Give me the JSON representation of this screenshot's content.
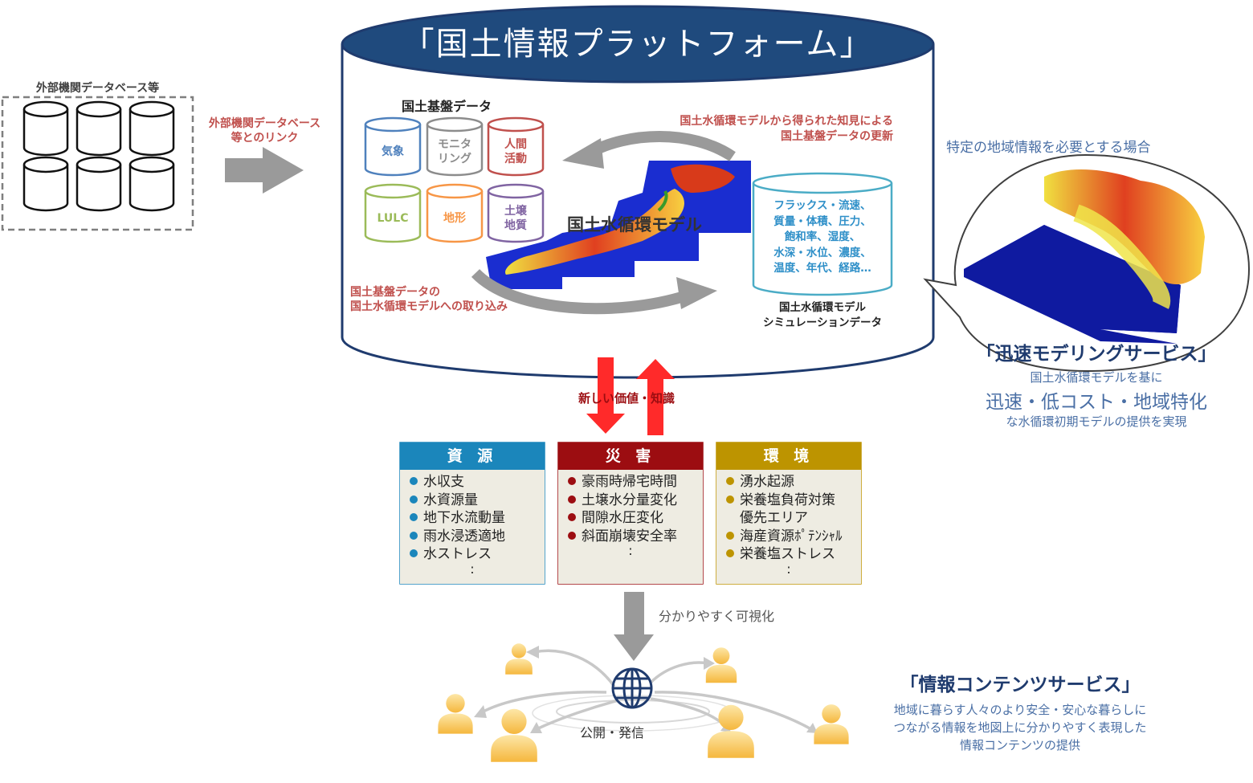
{
  "platform": {
    "title": "「国土情報プラットフォーム」"
  },
  "external": {
    "title": "外部機関データベース等",
    "link_label_1": "外部機関データベース",
    "link_label_2": "等とのリンク"
  },
  "base_data": {
    "title": "国土基盤データ",
    "items": [
      {
        "label_1": "気象",
        "label_2": "",
        "color": "#4f81bd"
      },
      {
        "label_1": "モニタ",
        "label_2": "リング",
        "color": "#8c8c8c"
      },
      {
        "label_1": "人間",
        "label_2": "活動",
        "color": "#c0504d"
      },
      {
        "label_1": "LULC",
        "label_2": "",
        "color": "#9bbb59"
      },
      {
        "label_1": "地形",
        "label_2": "",
        "color": "#f79646"
      },
      {
        "label_1": "土壌",
        "label_2": "地質",
        "color": "#8064a2"
      }
    ]
  },
  "model": {
    "title": "国土水循環モデル",
    "update_label_1": "国土水循環モデルから得られた知見による",
    "update_label_2": "国土基盤データの更新",
    "import_label_1": "国土基盤データの",
    "import_label_2": "国土水循環モデルへの取り込み"
  },
  "simulation": {
    "lines": [
      "フラックス・流速、",
      "質量・体積、圧力、",
      "飽和率、湿度、",
      "水深・水位、濃度、",
      "温度、年代、経路…"
    ],
    "caption_1": "国土水循環モデル",
    "caption_2": "シミュレーションデータ"
  },
  "value_label": "新しい価値・知識",
  "panels": [
    {
      "title": "資 源",
      "color": "#1b86bb",
      "items": [
        "水収支",
        "水資源量",
        "地下水流動量",
        "雨水浸透適地",
        "水ストレス"
      ],
      "more": ":"
    },
    {
      "title": "災 害",
      "color": "#9c0d11",
      "items": [
        "豪雨時帰宅時間",
        "土壌水分量変化",
        "間隙水圧変化",
        "斜面崩壊安全率"
      ],
      "more": ":"
    },
    {
      "title": "環 境",
      "color": "#bd9400",
      "items": [
        "湧水起源",
        "栄養塩負荷対策",
        "優先エリア",
        "海産資源ﾎﾟﾃﾝｼｬﾙ",
        "栄養塩ストレス"
      ],
      "more": ":"
    }
  ],
  "visualize_label": "分かりやすく可視化",
  "publish_label": "公開・発信",
  "specific_label": "特定の地域情報を必要とする場合",
  "rapid": {
    "title": "「迅速モデリングサービス」",
    "line1": "国土水循環モデルを基に",
    "line2": "迅速・低コスト・地域特化",
    "line3": "な水循環初期モデルの提供を実現"
  },
  "content_service": {
    "title": "「情報コンテンツサービス」",
    "line1": "地域に暮らす人々のより安全・安心な暮らしに",
    "line2": "つながる情報を地図上に分かりやすく表現した",
    "line3": "情報コンテンツの提供"
  },
  "colors": {
    "navy": "#1f3b6e",
    "red_text": "#c0504d",
    "blue_text": "#4a6fa5",
    "sim_border": "#4bacc6",
    "up_down_arrow": "#ff2a2a",
    "gray_arrow": "#9a9a9a",
    "person": "#f9c25a"
  }
}
